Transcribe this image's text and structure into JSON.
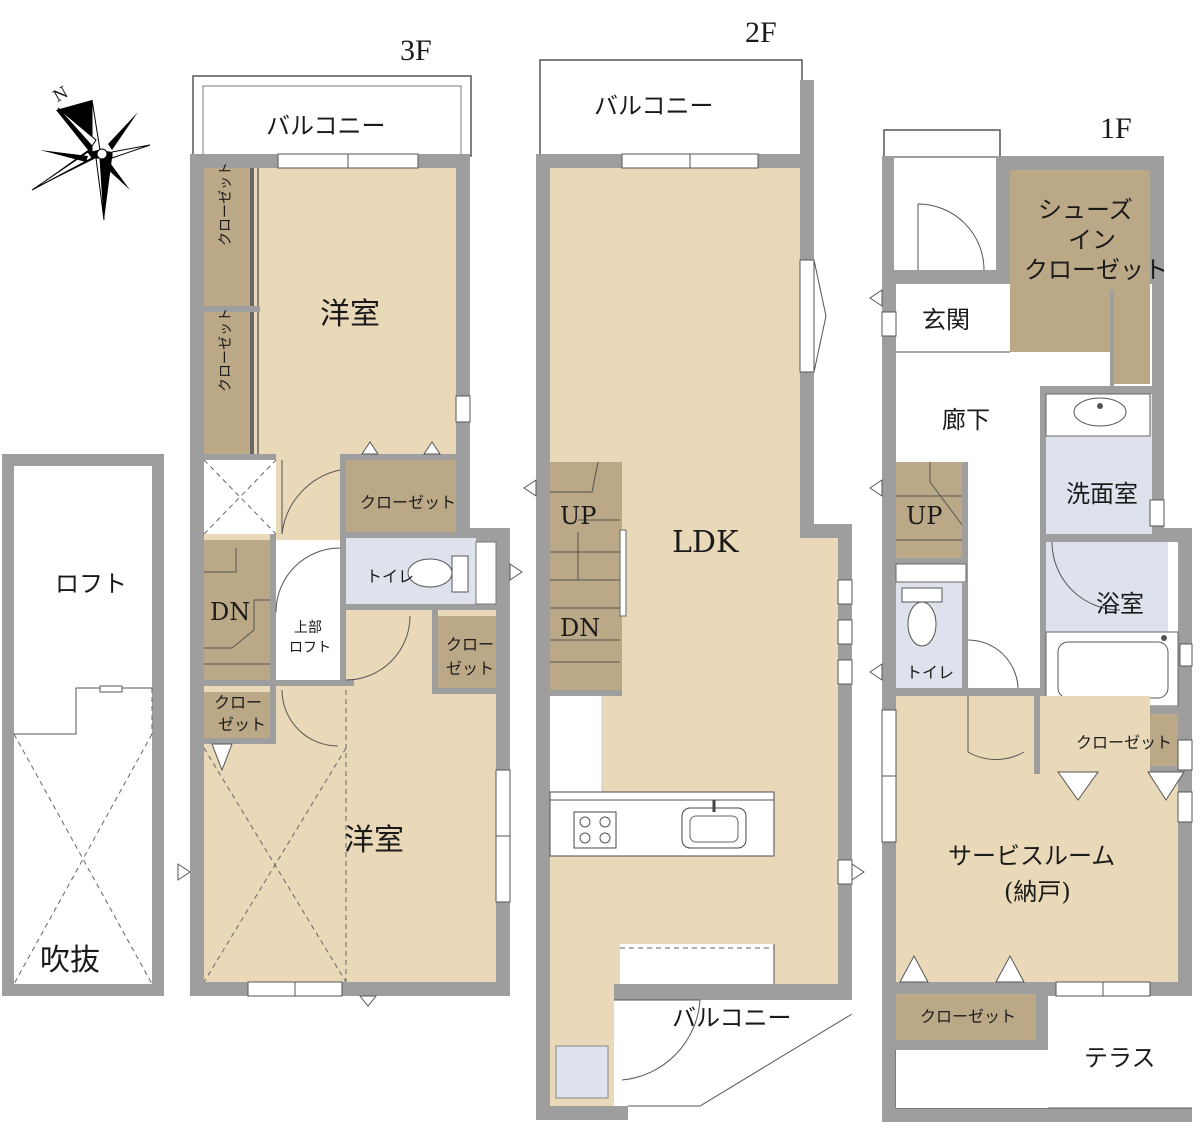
{
  "compass": {
    "north_label": "N"
  },
  "floors": {
    "f3": "3F",
    "f2": "2F",
    "f1": "1F"
  },
  "loft": {
    "name": "ロフト",
    "void": "吹抜"
  },
  "floor3": {
    "balcony": "バルコニー",
    "western_room_top": "洋室",
    "western_room_bottom": "洋室",
    "closet_left_1": "クローゼット",
    "closet_left_2": "クローゼット",
    "closet_mid": "クローゼット",
    "toilet": "トイレ",
    "stairs_dn": "DN",
    "upper_loft_line1": "上部",
    "upper_loft_line2": "ロフト",
    "closet_small_right_1": "クロー",
    "closet_small_right_2": "ゼット",
    "closet_small_left_1": "クロー",
    "closet_small_left_2": "ゼット"
  },
  "floor2": {
    "balcony_top": "バルコニー",
    "balcony_bottom": "バルコニー",
    "ldk": "LDK",
    "stairs_up": "UP",
    "stairs_dn": "DN"
  },
  "floor1": {
    "shoes_closet_1": "シューズ",
    "shoes_closet_2": "イン",
    "shoes_closet_3": "クローゼット",
    "entrance": "玄関",
    "hallway": "廊下",
    "stairs_up": "UP",
    "washroom": "洗面室",
    "bathroom": "浴室",
    "toilet": "トイレ",
    "closet_right": "クローゼット",
    "service_room_1": "サービスルーム",
    "service_room_2": "(納戸)",
    "closet_bottom": "クローゼット",
    "terrace": "テラス"
  }
}
